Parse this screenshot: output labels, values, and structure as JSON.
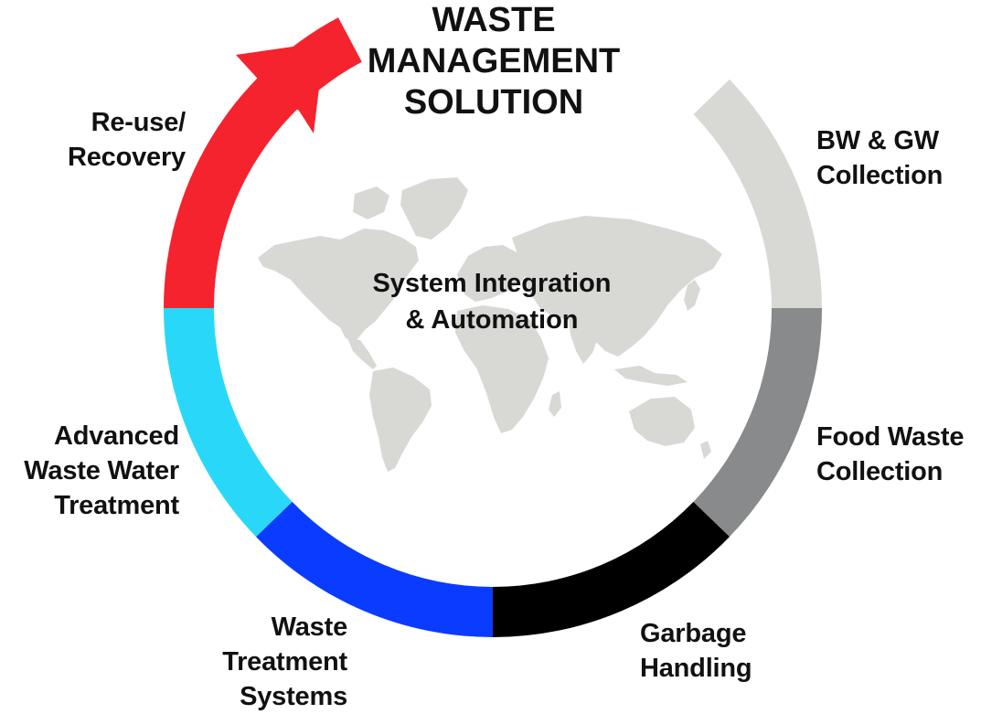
{
  "title": [
    "WASTE",
    "MANAGEMENT",
    "SOLUTION"
  ],
  "center": [
    "System Integration",
    "& Automation"
  ],
  "steps": [
    {
      "lines": [
        "BW & GW",
        "Collection"
      ],
      "color": "#d8d8d5"
    },
    {
      "lines": [
        "Food Waste",
        "Collection"
      ],
      "color": "#888a8c"
    },
    {
      "lines": [
        "Garbage",
        "Handling"
      ],
      "color": "#000000"
    },
    {
      "lines": [
        "Waste",
        "Treatment",
        "Systems"
      ],
      "color": "#0a3cff"
    },
    {
      "lines": [
        "Advanced",
        "Waste Water",
        "Treatment"
      ],
      "color": "#29d8f8"
    },
    {
      "lines": [
        "Re-use/",
        "Recovery"
      ],
      "color": "#f5232e"
    }
  ],
  "map_color": "#d8d8d5"
}
